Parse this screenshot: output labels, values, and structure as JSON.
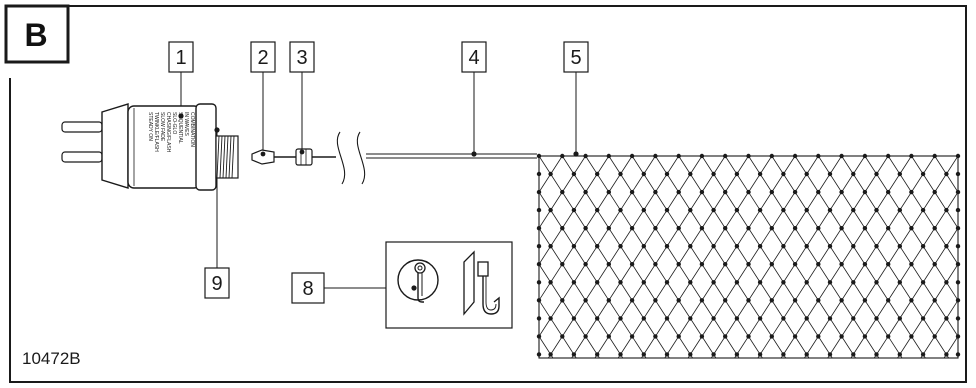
{
  "figure": {
    "panel_letter": "B",
    "code": "10472B",
    "callouts": [
      "1",
      "2",
      "3",
      "4",
      "5",
      "8",
      "9"
    ],
    "controller_label_lines": [
      "COMBINATION",
      "IN WAVES",
      "SEQUENTIAL",
      "SLO-GLO",
      "CHASING/FLASH",
      "SLOW FADE",
      "TWINKLE/FLASH",
      "STEADY ON"
    ]
  },
  "colors": {
    "line": "#1a1a1a",
    "background": "#ffffff"
  },
  "icons": {
    "suction_cup": "suction-cup-icon",
    "hook": "hook-icon"
  }
}
